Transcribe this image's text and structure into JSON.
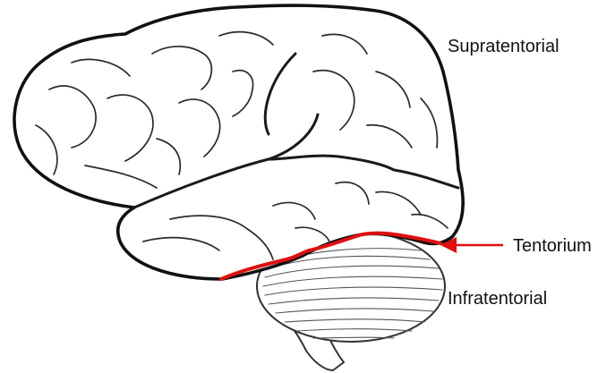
{
  "diagram": {
    "labels": {
      "supratentorial": "Supratentorial",
      "tentorium": "Tentorium",
      "infratentorial": "Infratentorial"
    },
    "colors": {
      "outline": "#111111",
      "tentorium": "#e01010",
      "background": "#ffffff"
    },
    "parts": [
      "cerebrum",
      "cerebellum",
      "brainstem",
      "tentorium"
    ]
  }
}
